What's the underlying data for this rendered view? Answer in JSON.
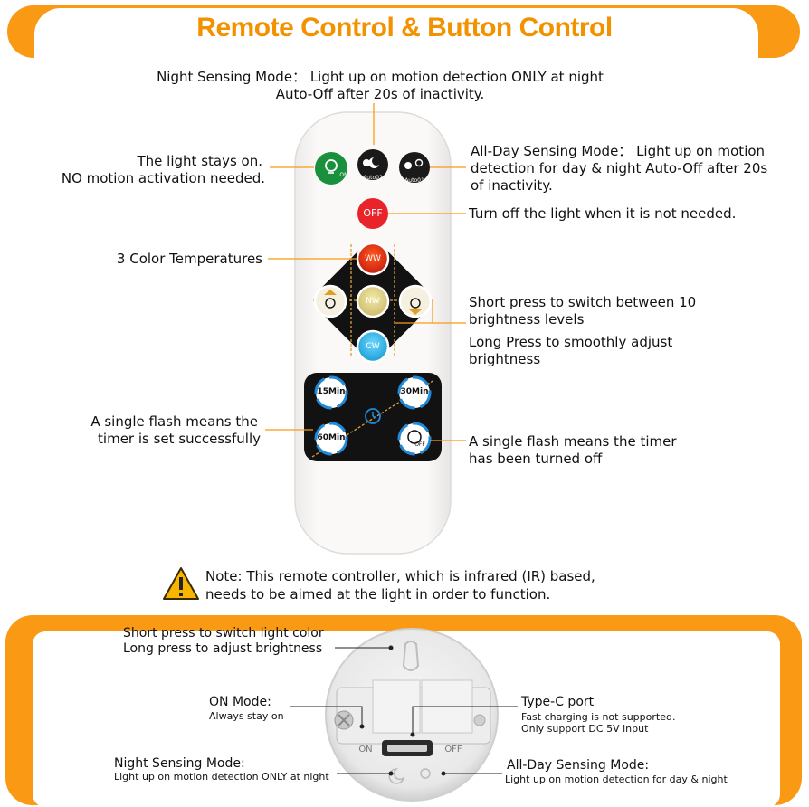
{
  "header": {
    "title": "Remote Control & Button Control"
  },
  "remote": {
    "buttons": {
      "on": "ON",
      "auto02": "Auto02",
      "auto01": "Auto01",
      "off": "OFF",
      "ww": "WW",
      "nw": "NW",
      "cw": "CW",
      "t15": "15Min",
      "t30": "30Min",
      "t60": "60Min",
      "timer_off": "OFF"
    }
  },
  "callouts": {
    "night_mode_line1": "Night Sensing Mode： Light up on motion detection ONLY at night",
    "night_mode_line2": "Auto-Off after 20s of inactivity.",
    "stays_on_line1": "The light stays on.",
    "stays_on_line2": "NO motion activation needed.",
    "allday_line1": "All-Day Sensing Mode： Light up on motion",
    "allday_line2": "detection for day & night Auto-Off after 20s",
    "allday_line3": "of inactivity.",
    "off_text": "Turn off the light when it is not needed.",
    "color_temps": "3 Color Temperatures",
    "short_press_line1": "Short press to switch between 10",
    "short_press_line2": "brightness levels",
    "long_press_line1": "Long Press to smoothly adjust",
    "long_press_line2": "brightness",
    "flash_set_line1": "A single flash means the",
    "flash_set_line2": "timer is set successfully",
    "flash_off_line1": "A single flash means the timer",
    "flash_off_line2": "has been turned off",
    "note_line1": "Note: This remote controller, which is infrared (IR) based,",
    "note_line2": "needs to be aimed at the light in order to function."
  },
  "device": {
    "press_line1": "Short press to switch light color",
    "press_line2": "Long press to adjust brightness",
    "on_mode_title": "ON Mode:",
    "on_mode_desc": "Always stay on",
    "typec_title": "Type-C port",
    "typec_desc1": "Fast charging is not supported.",
    "typec_desc2": "Only support DC 5V input",
    "night_title": "Night Sensing Mode:",
    "night_desc": "Light up on motion detection ONLY at night",
    "allday_title": "All-Day Sensing Mode:",
    "allday_desc": "Light up on motion detection for day & night",
    "label_on": "ON",
    "label_off": "OFF"
  },
  "colors": {
    "accent": "#fa9a14",
    "red_button": "#e8232a",
    "green_button": "#1a8f3c",
    "cw_blue": "#2bb3e6",
    "timer_ring": "#1e8ad8"
  }
}
